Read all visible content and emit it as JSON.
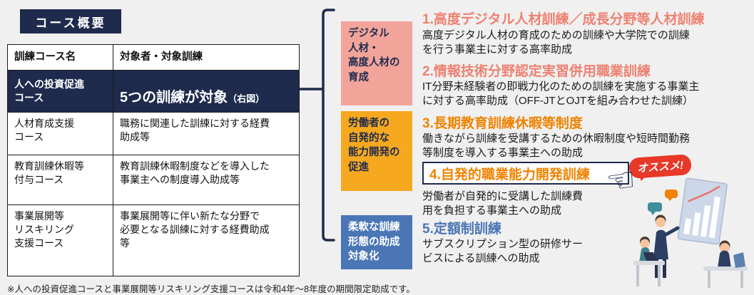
{
  "page": {
    "title": "コース概要",
    "footnote": "※人への投資促進コースと事業展開等リスキリング支援コースは令和4年～8年度の期間限定助成です。",
    "accent_navy": "#1f2b4d",
    "background": "#f0f0f0"
  },
  "table": {
    "col_headers": [
      "訓練コース名",
      "対象者・対象訓練"
    ],
    "highlight": {
      "name": "人への投資促進\nコース",
      "desc_main": "5つの訓練が対象",
      "desc_sub": "（右図）"
    },
    "rows": [
      {
        "name": "人材育成支援\nコース",
        "desc": "職務に関連した訓練に対する経費\n助成等"
      },
      {
        "name": "教育訓練休暇等\n付与コース",
        "desc": "教育訓練休暇制度などを導入した\n事業主への制度導入助成等"
      },
      {
        "name": "事業展開等\nリスキリング\n支援コース",
        "desc": "事業展開等に伴い新たな分野で\n必要となる訓練に対する経費助成\n等"
      }
    ]
  },
  "categories": [
    {
      "label": "デジタル\n人材・\n高度人材の\n育成",
      "bg": "#f2a49b",
      "fg": "#1f2b4d"
    },
    {
      "label": "労働者の\n自発的な\n能力開発の\n促進",
      "bg": "#f6a81f",
      "fg": "#1f2b4d"
    },
    {
      "label": "柔軟な訓練\n形態の助成\n対象化",
      "bg": "#4a76b5",
      "fg": "#ffffff"
    }
  ],
  "items": [
    {
      "title": "1.高度デジタル人材訓練／成長分野等人材訓練",
      "body": "高度デジタル人材の育成のための訓練や大学院での訓練\nを行う事業主に対する高率助成",
      "color": "#ee8172"
    },
    {
      "title": "2.情報技術分野認定実習併用職業訓練",
      "body": "IT分野未経験者の即戦力化のための訓練を実施する事業主\nに対する高率助成（OFF-JTとOJTを組み合わせた訓練）",
      "color": "#ee8172"
    },
    {
      "title": "3.長期教育訓練休暇等制度",
      "body": "働きながら訓練を受講するための休暇制度や短時間勤務\n等制度を導入する事業主への助成",
      "color": "#f08300"
    },
    {
      "title": "4.自発的職業能力開発訓練",
      "body": "労働者が自発的に受講した訓練費\n用を負担する事業主への助成",
      "color": "#f08300"
    },
    {
      "title": "5.定額制訓練",
      "body": "サブスクリプション型の研修サー\nビスによる訓練への助成",
      "color": "#4a76b5"
    }
  ],
  "badge": {
    "label": "オススメ!",
    "bg": "#e73828",
    "fg": "#ffffff"
  },
  "icons": {
    "pointing_hand": "☜"
  }
}
